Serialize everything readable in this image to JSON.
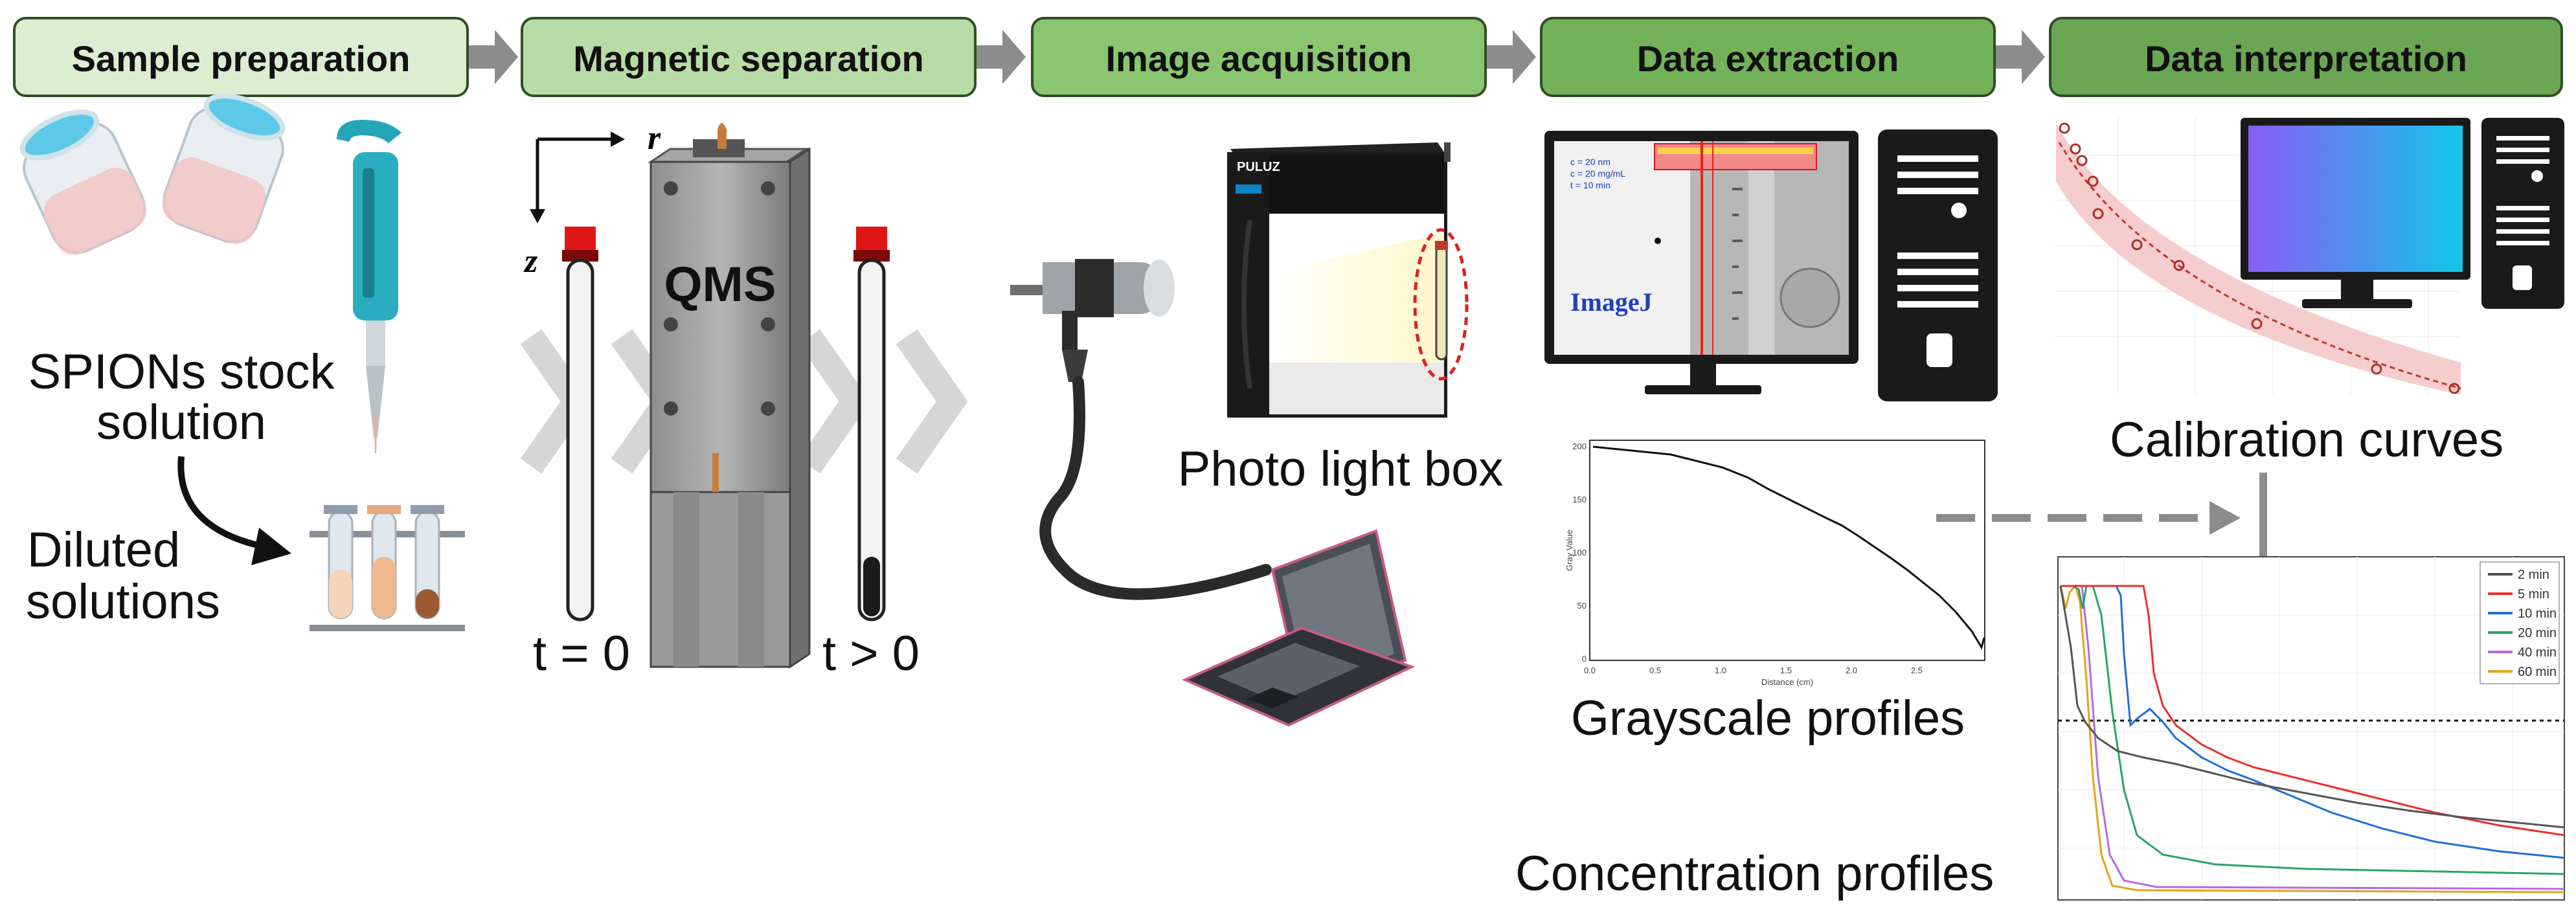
{
  "steps": [
    {
      "label": "Sample preparation",
      "fill": "#dceed2"
    },
    {
      "label": "Magnetic separation",
      "fill": "#b9dca6"
    },
    {
      "label": "Image acquisition",
      "fill": "#8ac56f"
    },
    {
      "label": "Data extraction",
      "fill": "#74b25a"
    },
    {
      "label": "Data interpretation",
      "fill": "#6aa653"
    }
  ],
  "sample_prep": {
    "stock": "SPIONs stock solution",
    "stock_line1": "SPIONs stock",
    "stock_line2": "solution",
    "diluted_line1": "Diluted",
    "diluted_line2": "solutions"
  },
  "separation": {
    "axis_r": "r",
    "axis_z": "z",
    "device": "QMS",
    "t_start": "t = 0",
    "t_end": "t > 0"
  },
  "acquisition": {
    "caption": "Photo light box",
    "brand": "PULUZ"
  },
  "extraction": {
    "software": "ImageJ",
    "readout": [
      "c = 20 nm",
      "c = 20 mg/mL",
      "t = 10 min"
    ],
    "caption": "Grayscale profiles",
    "plot_ylabel": "Gray Value",
    "plot_xlabel": "Distance (cm)",
    "plot_yticks": [
      "200",
      "150",
      "100",
      "50",
      "0"
    ],
    "plot_xticks": [
      "0.0",
      "0.5",
      "1.0",
      "1.5",
      "2.0",
      "2.5"
    ]
  },
  "interpretation": {
    "caption": "Calibration curves",
    "profiles_caption": "Concentration profiles",
    "legend": [
      {
        "name": "2 min",
        "color": "#555555"
      },
      {
        "name": "5 min",
        "color": "#e8302b"
      },
      {
        "name": "10 min",
        "color": "#1f6fd6"
      },
      {
        "name": "20 min",
        "color": "#2aa36a"
      },
      {
        "name": "40 min",
        "color": "#b46ae0"
      },
      {
        "name": "60 min",
        "color": "#e6a21a"
      }
    ]
  },
  "colors": {
    "arrow": "#8c8c8c",
    "box_border": "#2f4f25",
    "chevron": "#cfcfcf",
    "band": "#f5c4c4",
    "dots": "#c0392b"
  }
}
